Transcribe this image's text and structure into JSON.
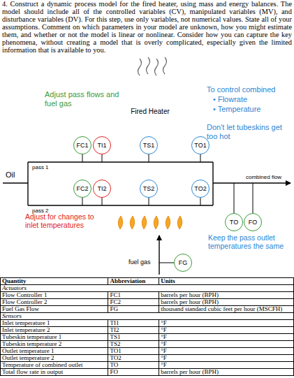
{
  "diagram": {
    "nodes": [
      {
        "text": [
          "Fired Heater"
        ]
      },
      {
        "text": [
          "FC1"
        ]
      },
      {
        "text": [
          "TI1"
        ]
      },
      {
        "text": [
          "TS1"
        ],
        "in": 0
      },
      {
        "text": [
          "TO1"
        ]
      },
      {
        "text": [
          "FC2"
        ]
      },
      {
        "text": [
          "TI2"
        ]
      },
      {
        "text": [
          "TS2"
        ],
        "in": 0
      },
      {
        "text": [
          "TO2"
        ]
      },
      {
        "text": [
          "TO"
        ]
      },
      {
        "text": [
          "FO"
        ]
      },
      {
        "text": [
          "FG"
        ]
      }
    ],
    "labels": [
      "4. Construct a dynamic process model for the fired heater, using mass and energy balances. The model should include all of the controlled variables (CV), manipulated variables (MV), and disturbance variables (DV). For this step, use only variables, not numerical values. State all of your assumptions. Comment on which parameters in your model are unknown, how you might estimate them, and whether or not the model is linear or nonlinear. Consider how you can capture the key phenomena, without creating a model that is overly complicated, especially given the limited information that is available to you.",
      "Adjust pass flows and fuel gas",
      "To control combined",
      "• Flowrate",
      "• Temperature",
      "Don't let tubeskins get too hot",
      "Oil",
      "pass 1",
      "pass 2",
      "combined flow",
      "Adjust for changes to inlet temperatures",
      "fuel gas",
      "Keep the pass outlet temperatures the same",
      "Quantity",
      "Abbreviation",
      "Units",
      "Actuators",
      "Flow Controller 1",
      "FC1",
      "barrels per hour (BPH)",
      "Flow Controller 2",
      "FC2",
      "barrels per hour (BPH)",
      "Fuel Gas Flow",
      "FG",
      "thousand standard cubic feet per hour (MSCFH)",
      "Sensors",
      "Inlet temperature 1",
      "TI1",
      "°F",
      "Inlet temperature 2",
      "TI2",
      "°F",
      "Tubeskin temperature 1",
      "TS1",
      "°F",
      "Tubeskin temperature 2",
      "TS2",
      "°F",
      "Outlet temperature 1",
      "TO1",
      "°F",
      "Outlet temperature 2",
      "TO2",
      "°F",
      "Temperature of combined outlet",
      "TO",
      "°F",
      "Total flow rate in output",
      "FO",
      "barrels per hour (BPH)"
    ]
  }
}
